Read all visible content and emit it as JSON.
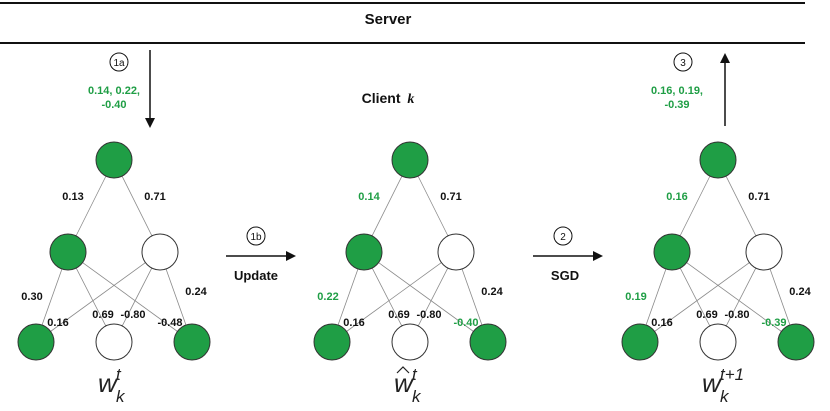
{
  "server_label": "Server",
  "client_label_prefix": "Client",
  "client_label_var": "k",
  "colors": {
    "filled": "#1f9e45",
    "updated_text": "#1f9e45",
    "edge": "#8a8a8a",
    "text": "#111111"
  },
  "steps": [
    {
      "id": "1a",
      "label": ""
    },
    {
      "id": "1b",
      "label": "Update"
    },
    {
      "id": "2",
      "label": "SGD"
    },
    {
      "id": "3",
      "label": ""
    }
  ],
  "download_values": [
    "0.14, 0.22,",
    "-0.40"
  ],
  "upload_values": [
    "0.16, 0.19,",
    "-0.39"
  ],
  "networks": [
    {
      "weight_symbol": {
        "base": "w",
        "hat": false,
        "sup": "t",
        "sub": "k"
      },
      "hidden_nodes_filled": [
        true,
        false
      ],
      "input_nodes_filled": [
        true,
        false,
        true
      ],
      "weights": {
        "top_left": "0.13",
        "top_right": "0.71",
        "h1_i1": "0.30",
        "h2_i1": "0.16",
        "h1_i2": "0.69",
        "h2_i2": "-0.80",
        "h1_i3": "-0.48",
        "h2_i3": "0.24"
      },
      "updated": []
    },
    {
      "weight_symbol": {
        "base": "w",
        "hat": true,
        "sup": "t",
        "sub": "k"
      },
      "hidden_nodes_filled": [
        true,
        false
      ],
      "input_nodes_filled": [
        true,
        false,
        true
      ],
      "weights": {
        "top_left": "0.14",
        "top_right": "0.71",
        "h1_i1": "0.22",
        "h2_i1": "0.16",
        "h1_i2": "0.69",
        "h2_i2": "-0.80",
        "h1_i3": "-0.40",
        "h2_i3": "0.24"
      },
      "updated": [
        "top_left",
        "h1_i1",
        "h1_i3"
      ]
    },
    {
      "weight_symbol": {
        "base": "w",
        "hat": false,
        "sup": "t+1",
        "sub": "k"
      },
      "hidden_nodes_filled": [
        true,
        false
      ],
      "input_nodes_filled": [
        true,
        false,
        true
      ],
      "weights": {
        "top_left": "0.16",
        "top_right": "0.71",
        "h1_i1": "0.19",
        "h2_i1": "0.16",
        "h1_i2": "0.69",
        "h2_i2": "-0.80",
        "h1_i3": "-0.39",
        "h2_i3": "0.24"
      },
      "updated": [
        "top_left",
        "h1_i1",
        "h1_i3"
      ]
    }
  ]
}
